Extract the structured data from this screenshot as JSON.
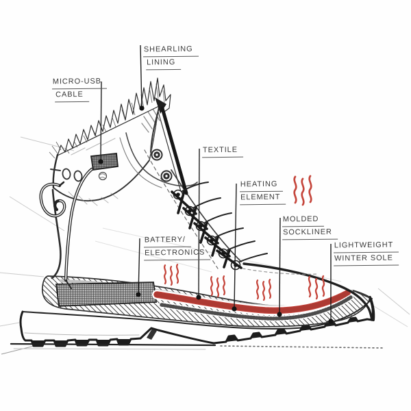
{
  "figure": {
    "type": "annotated-concept-sketch",
    "subject": "heated winter boot cutaway"
  },
  "colors": {
    "ink": "#2b2b2b",
    "accent_red": "#cb4840",
    "heat_wave_red": "#c5463c",
    "pencil_gray": "#c9c9c9",
    "paper": "#fefefe"
  },
  "icons": {
    "heat": "heat-waves",
    "heel_vents": "perforation-marks",
    "usb_port": "crosshatch-port",
    "battery": "crosshatch-block"
  },
  "heat_wave_groups": 5,
  "annotations": {
    "shearling": {
      "lines": [
        "SHEARLING",
        "LINING"
      ]
    },
    "micro_usb": {
      "lines": [
        "MICRO-USB",
        "CABLE"
      ]
    },
    "textile": {
      "lines": [
        "TEXTILE"
      ]
    },
    "heating_element": {
      "lines": [
        "HEATING",
        "ELEMENT"
      ]
    },
    "battery": {
      "lines": [
        "BATTERY/",
        "ELECTRONICS"
      ]
    },
    "molded_sockliner": {
      "lines": [
        "MOLDED",
        "SOCKLINER"
      ]
    },
    "winter_sole": {
      "lines": [
        "LIGHTWEIGHT",
        "WINTER SOLE"
      ]
    }
  }
}
